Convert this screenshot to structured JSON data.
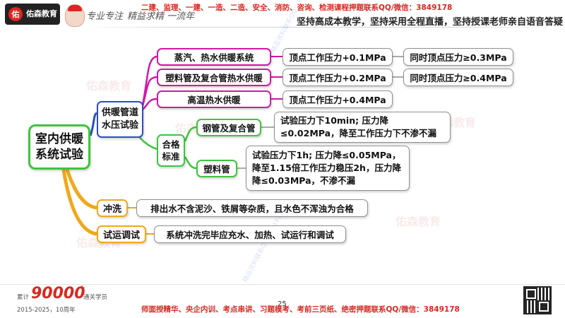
{
  "header": {
    "logo_main": "佑森教育",
    "logo_mark": "佑",
    "signature_left": "专业专注",
    "signature_right": "精益求精 一流年",
    "promo_red": "二建、监理、一建、一造、二造、安全、消防、咨询、检测课程押题联系QQ/微信：3849178",
    "promo_black": "坚持高成本教学，坚持采用全程直播，坚持授课老师亲自语音答疑"
  },
  "mindmap": {
    "root": "室内供暖系统试验",
    "branch_pressure": {
      "label": "供暖管道水压试验",
      "steam": {
        "label": "蒸汽、热水供暖系统",
        "pressure": "顶点工作压力+0.1MPa",
        "min": "同时顶点压力≥0.3MPa"
      },
      "plastic_composite": {
        "label": "塑料管及复合管热水供暖",
        "pressure": "顶点工作压力+0.2MPa",
        "min": "同时顶点压力≥0.4MPa"
      },
      "high_temp": {
        "label": "高温热水供暖",
        "pressure": "顶点工作压力+0.4MPa"
      },
      "qualified": {
        "label": "合格标准",
        "steel": {
          "label": "钢管及复合管",
          "detail": "试验压力下10min; 压力降≤0.02MPa，降至工作压力下不渗不漏"
        },
        "plastic": {
          "label": "塑料管",
          "detail": "试验压力下1h; 压力降≤0.05MPa，降至1.15倍工作压力稳压2h，压力降降≤0.03MPa，不渗不漏"
        }
      }
    },
    "branch_flush": {
      "label": "冲洗",
      "detail": "排出水不含泥沙、铁屑等杂质，且水色不浑浊为合格"
    },
    "branch_trial": {
      "label": "试运调试",
      "detail": "系统冲洗完毕应充水、加热、试运行和调试"
    }
  },
  "watermark": {
    "brand": "佑森教育",
    "contact": "精品资料联系QQ：3849178"
  },
  "footer": {
    "total_prefix": "累计",
    "total_number": "90000",
    "total_plus": "+",
    "total_suffix": "通关学员",
    "years": "2015-2025，10周年",
    "page": "25",
    "promo_red": "师面授精华、央企内训、考点串讲、习题模考、考前三页纸、绝密押题联系QQ/微信：3849178"
  },
  "colors": {
    "root_border": "#3ec33e",
    "pressure_border": "#2c4dc7",
    "orange_border": "#f0a81c",
    "magenta_border": "#d118a6",
    "gray_border": "#8f8f8f",
    "accent_red": "#d6281f"
  }
}
